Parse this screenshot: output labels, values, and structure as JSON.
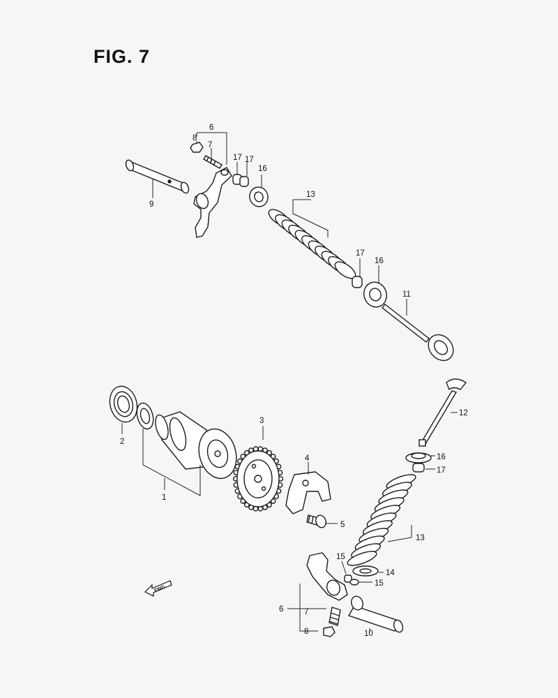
{
  "figure": {
    "title": "FIG. 7"
  },
  "callouts": {
    "c1": "1",
    "c2": "2",
    "c3": "3",
    "c4": "4",
    "c5": "5",
    "c6a": "6",
    "c7a": "7",
    "c8a": "8",
    "c9": "9",
    "c10": "10",
    "c11": "11",
    "c12": "12",
    "c13a": "13",
    "c13b": "13",
    "c14": "14",
    "c15a": "15",
    "c15b": "15",
    "c16a": "16",
    "c16b": "16",
    "c16c": "16",
    "c17a": "17",
    "c17b": "17",
    "c17c": "17",
    "c17d": "17",
    "c6b": "6",
    "c7b": "7",
    "c8b": "8"
  },
  "fwd_symbol": {
    "label": "FWD",
    "icon": "forward-arrow-icon"
  }
}
